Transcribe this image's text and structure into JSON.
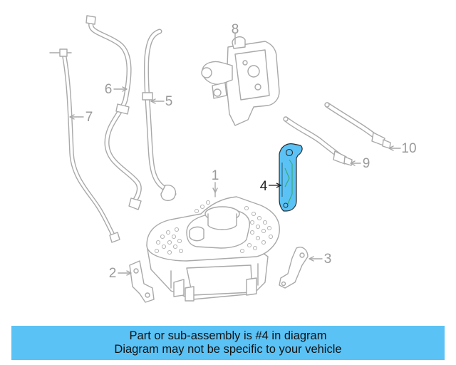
{
  "diagram": {
    "callouts": [
      "1",
      "2",
      "3",
      "4",
      "5",
      "6",
      "7",
      "8",
      "9",
      "10"
    ],
    "highlight_color": "#5bc2f5"
  },
  "banner": {
    "line1": "Part or sub-assembly is #4 in diagram",
    "line2": "Diagram may not be specific to your vehicle",
    "background": "#5bc2f5"
  }
}
